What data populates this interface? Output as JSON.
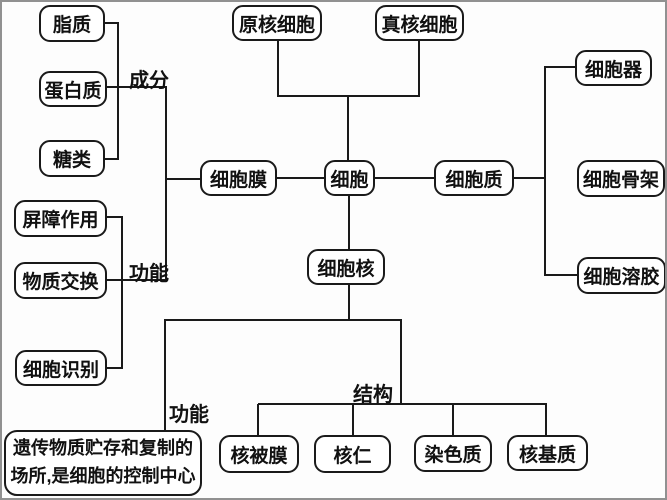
{
  "diagram": {
    "nodes": {
      "lipid": "脂质",
      "protein": "蛋白质",
      "sugar": "糖类",
      "barrier": "屏障作用",
      "exchange": "物质交换",
      "recognition": "细胞识别",
      "prokaryote": "原核细胞",
      "eukaryote": "真核细胞",
      "membrane": "细胞膜",
      "cell": "细胞",
      "cytoplasm": "细胞质",
      "organelle": "细胞器",
      "cytoskeleton": "细胞骨架",
      "cytosol": "细胞溶胶",
      "nucleus": "细胞核",
      "nuclear_envelope": "核被膜",
      "nucleolus": "核仁",
      "chromatin": "染色质",
      "nuclear_matrix": "核基质",
      "nucleus_function_line1": "遗传物质贮存和复制的",
      "nucleus_function_line2": "场所,是细胞的控制中心"
    },
    "edge_labels": {
      "membrane_composition": "成分",
      "membrane_function": "功能",
      "nucleus_function": "功能",
      "nucleus_structure": "结构"
    },
    "colors": {
      "line": "#1a1a1a",
      "box_border": "#1a1a1a",
      "background": "#ffffff",
      "frame_border": "#919191"
    }
  }
}
